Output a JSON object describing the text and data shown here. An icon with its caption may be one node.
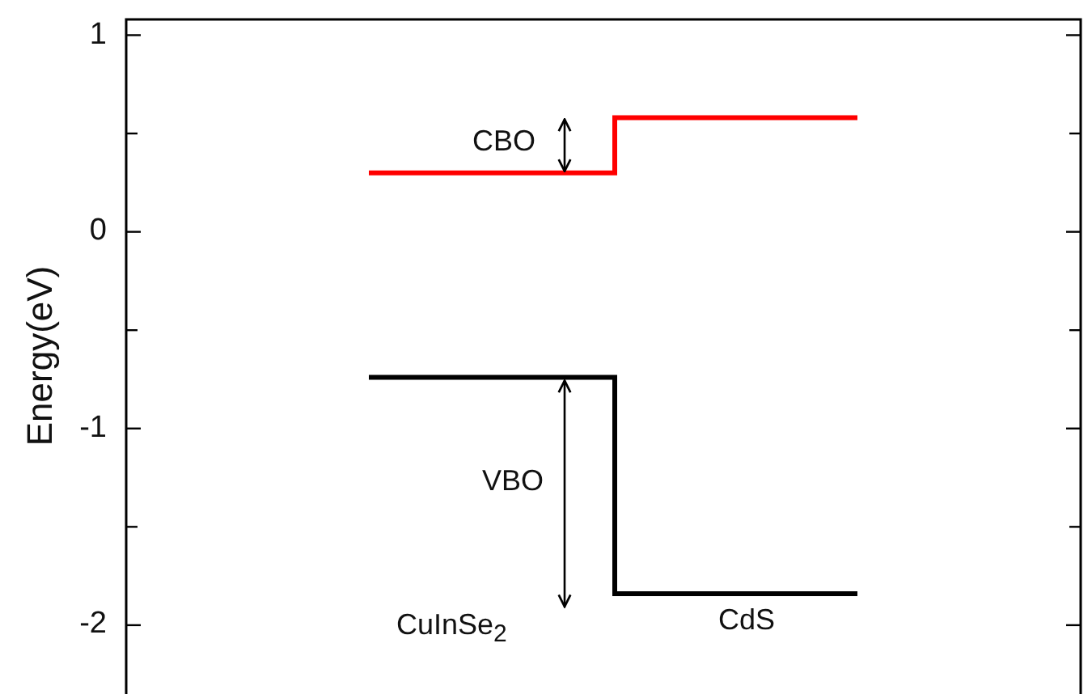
{
  "diagram": {
    "labels": [
      "1",
      "0",
      "-1",
      "-2",
      "Energy(eV)",
      "CBO",
      "VBO",
      "CuInSe$_{2}$",
      "CdS"
    ]
  }
}
